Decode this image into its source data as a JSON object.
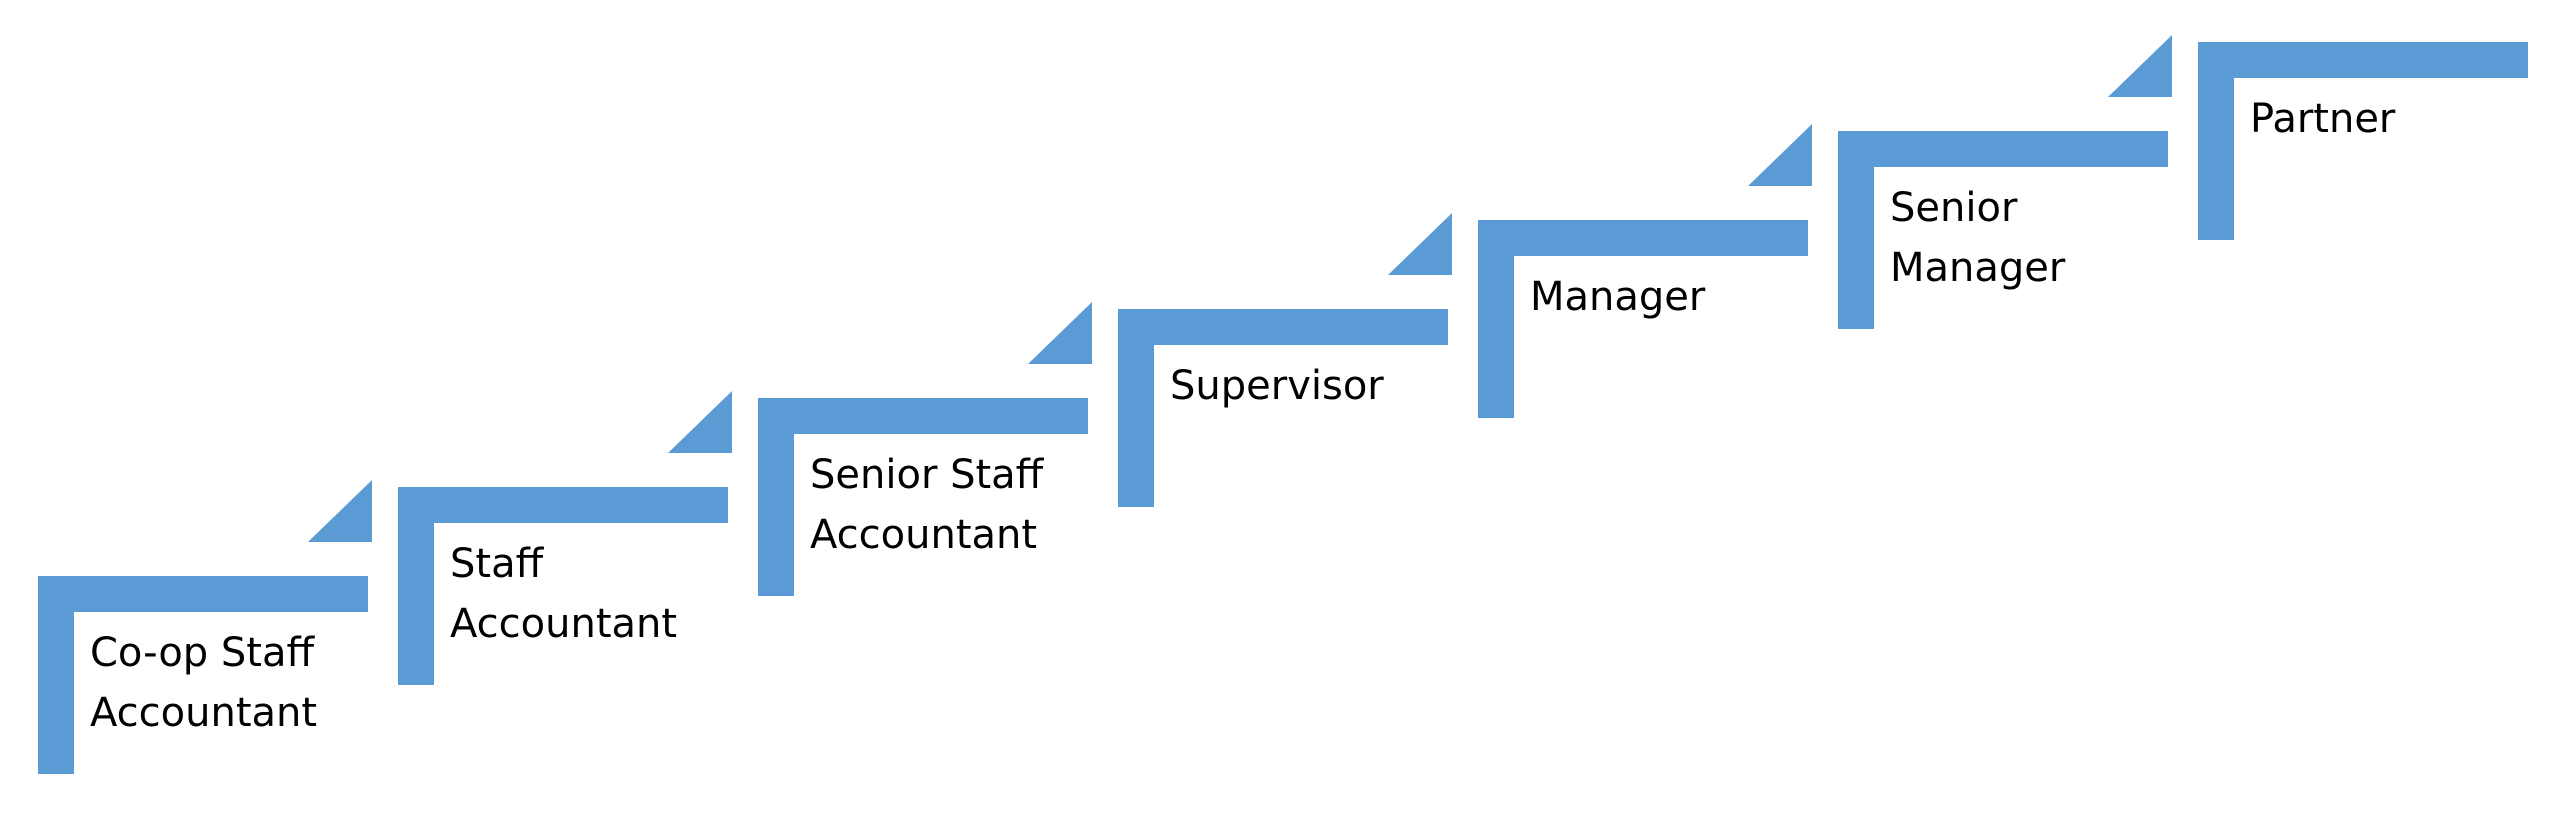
{
  "colors": {
    "step": "#5b9bd5",
    "text": "#000000",
    "background": "#ffffff"
  },
  "steps": [
    {
      "lines": [
        "Co-op Staff",
        "Accountant"
      ]
    },
    {
      "lines": [
        "Staff",
        "Accountant"
      ]
    },
    {
      "lines": [
        "Senior Staff",
        "Accountant"
      ]
    },
    {
      "lines": [
        "Supervisor"
      ]
    },
    {
      "lines": [
        "Manager"
      ]
    },
    {
      "lines": [
        "Senior",
        "Manager"
      ]
    },
    {
      "lines": [
        "Partner"
      ]
    }
  ]
}
